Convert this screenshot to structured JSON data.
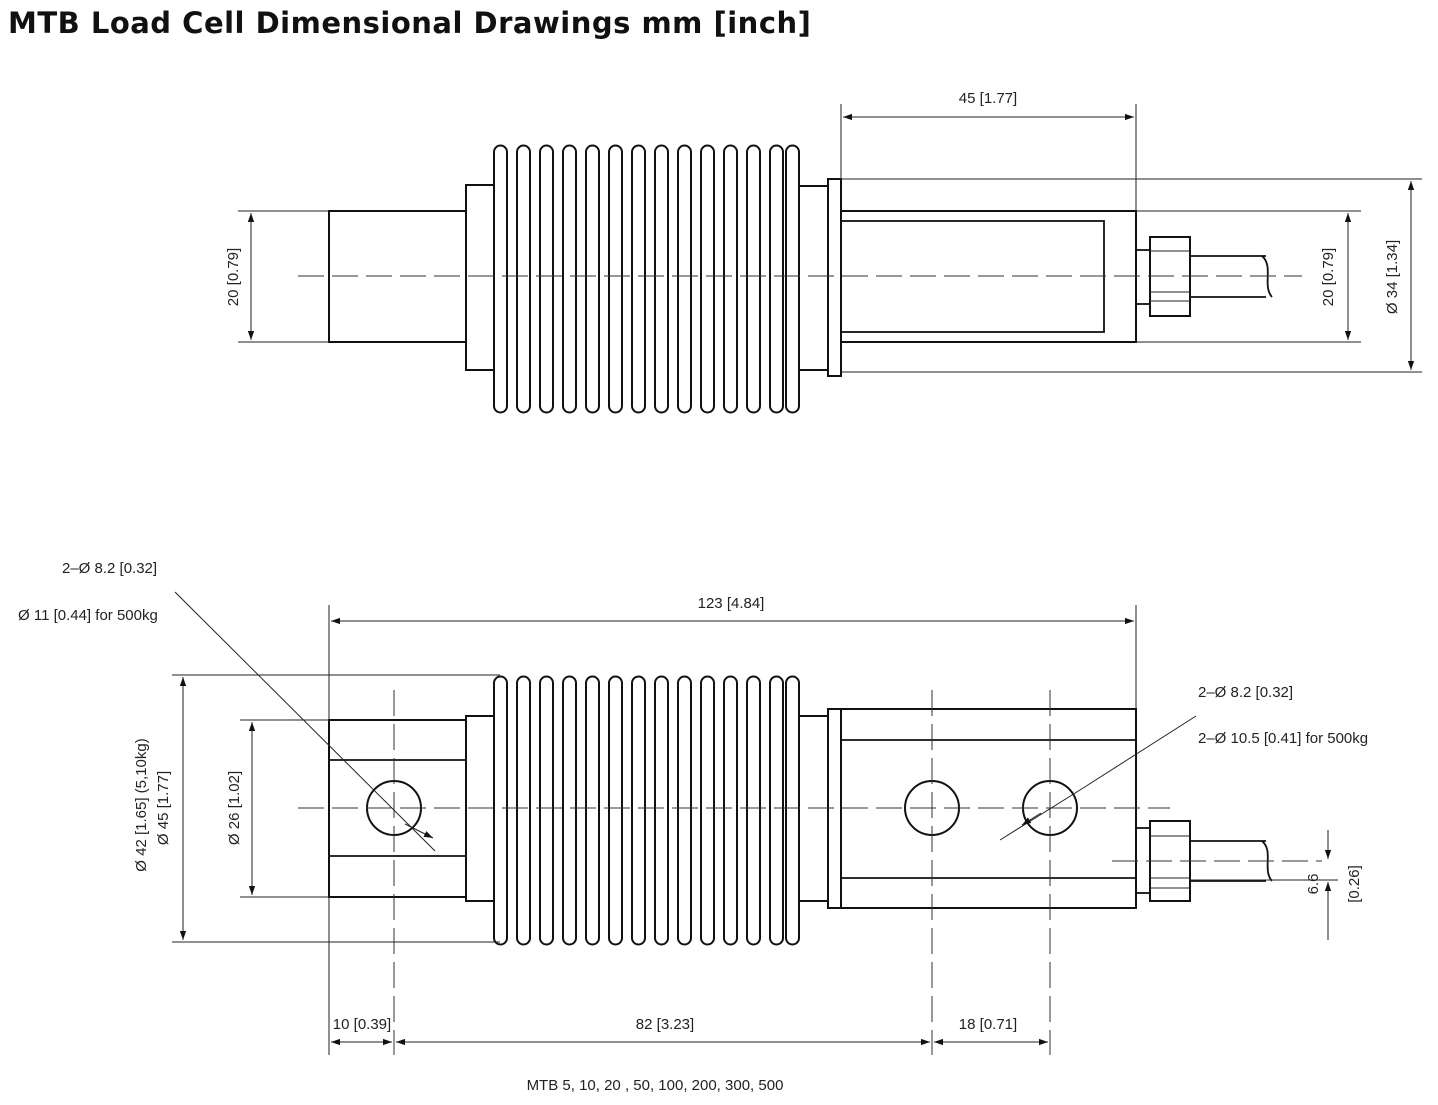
{
  "title": "MTB Load Cell Dimensional Drawings mm [inch]",
  "top_view": {
    "dim_overall_body": "45 [1.77]",
    "dim_left_height": "20 [0.79]",
    "dim_right_height": "20 [0.79]",
    "dim_diameter": "Ø 34 [1.34]"
  },
  "bottom_view": {
    "dim_total_length": "123 [4.84]",
    "note_left_hole_line1": "2–Ø 8.2 [0.32]",
    "note_left_hole_line2": "Ø 11 [0.44] for 500kg",
    "note_right_hole_line1": "2–Ø 8.2 [0.32]",
    "note_right_hole_line2": "2–Ø 10.5 [0.41] for 500kg",
    "dim_outer_diameter": "Ø 42 [1.65] (5,10kg)",
    "dim_outer_diameter_2": "Ø 45 [1.77]",
    "dim_inner_diameter": "Ø 26 [1.02]",
    "dim_cable_offset": "6.6",
    "dim_cable_offset_inch": "[0.26]",
    "dim_hole_edge": "10 [0.39]",
    "dim_hole_spacing": "82 [3.23]",
    "dim_right_hole_spacing": "18 [0.71]"
  },
  "models_caption": "MTB 5, 10, 20 , 50, 100, 200, 300, 500",
  "colors": {
    "line": "#111111",
    "background": "#ffffff"
  }
}
